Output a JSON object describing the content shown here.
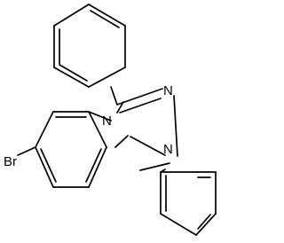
{
  "molecule": {
    "atoms": {
      "n_top": "N",
      "n_bottom": "N",
      "n_ring": "N",
      "bromine": "Br"
    }
  },
  "colors": {
    "background": "#ffffff",
    "bond": "#000000",
    "label": "#000000"
  }
}
